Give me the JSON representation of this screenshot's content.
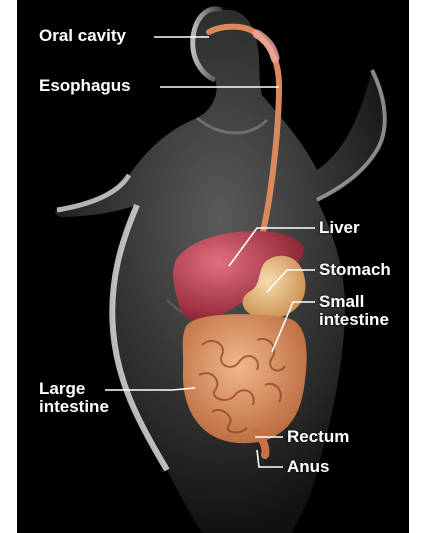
{
  "labels": {
    "oral_cavity": "Oral cavity",
    "esophagus": "Esophagus",
    "liver": "Liver",
    "stomach": "Stomach",
    "small_intestine": "Small intestine",
    "large_intestine": "Large intestine",
    "rectum": "Rectum",
    "anus": "Anus"
  },
  "colors": {
    "background": "#000000",
    "leader_line": "#ffffff",
    "liver": "#b2384a",
    "stomach": "#e8b070",
    "intestine": "#d4834e",
    "esophagus": "#d88a5c"
  }
}
